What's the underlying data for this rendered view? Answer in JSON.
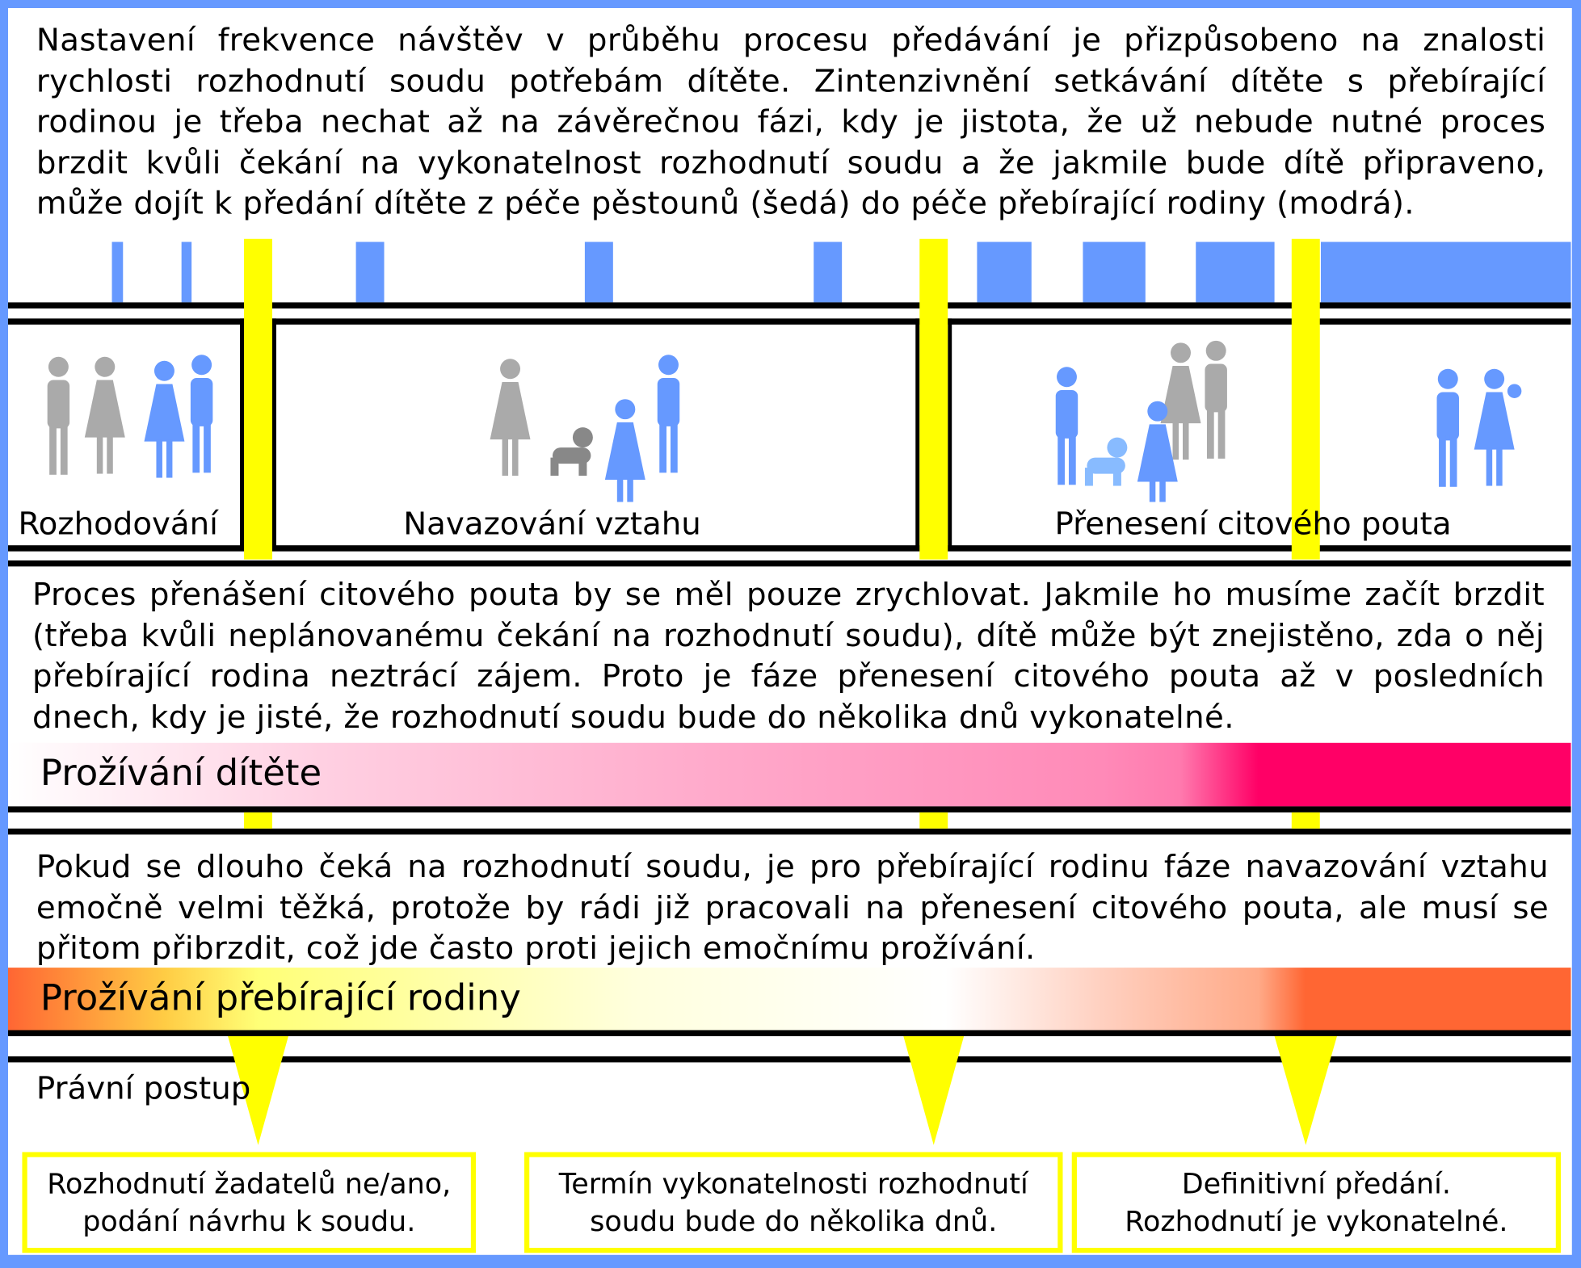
{
  "intro_text": "Nastavení frekvence návštěv v průběhu procesu předávání je přizpůsobeno na znalosti rychlosti rozhodnutí soudu potřebám dítěte. Zintenzivnění setkávání dítěte s přebírající rodinou je třeba nechat až na závěrečnou fázi, kdy je jistota, že už nebude nutné proces brzdit kvůli čekání na vykonatelnost rozhodnutí soudu a že jakmile bude dítě připraveno, může dojít k předání dítěte z péče pěstounů (šedá) do péče přebírající rodiny (modrá).",
  "phases": [
    {
      "label": "Rozhodování"
    },
    {
      "label": "Navazování vztahu"
    },
    {
      "label": "Přenesení citového pouta"
    }
  ],
  "child_text": "Proces přenášení citového pouta by se měl pouze zrychlovat. Jakmile ho musíme začít brzdit (třeba kvůli neplánovanému čekání na rozhodnutí soudu), dítě může být znejistěno, zda o něj přebírající rodina neztrácí zájem. Proto je fáze přenesení citového pouta až v posledních dnech, kdy je jisté, že rozhodnutí soudu bude do několika dnů vykonatelné.",
  "child_band": {
    "label": "Prožívání dítěte",
    "color": "#ff0066"
  },
  "family_text": "Pokud se dlouho čeká na rozhodnutí soudu, je pro přebírající rodinu fáze navazování vztahu emočně velmi těžká, protože by rádi již pracovali na přenesení citového pouta, ale musí se přitom přibrzdit, což jde často proti jejich emočnímu prožívání.",
  "family_band": {
    "label": "Prožívání přebírající rodiny",
    "color": "#ff6633"
  },
  "legal": {
    "title": "Právní postup",
    "milestones": [
      {
        "line1": "Rozhodnutí žadatelů ne/ano,",
        "line2": "podání návrhu k soudu."
      },
      {
        "line1": "Termín vykonatelnosti rozhodnutí",
        "line2": "soudu bude do několika dnů."
      },
      {
        "line1": "Definitivní předání.",
        "line2": "Rozhodnutí je vykonatelné."
      }
    ]
  },
  "colors": {
    "foster": "#aaaaaa",
    "adoptive": "#6699ff",
    "marker": "#ffff00",
    "frame": "#6699ff"
  }
}
